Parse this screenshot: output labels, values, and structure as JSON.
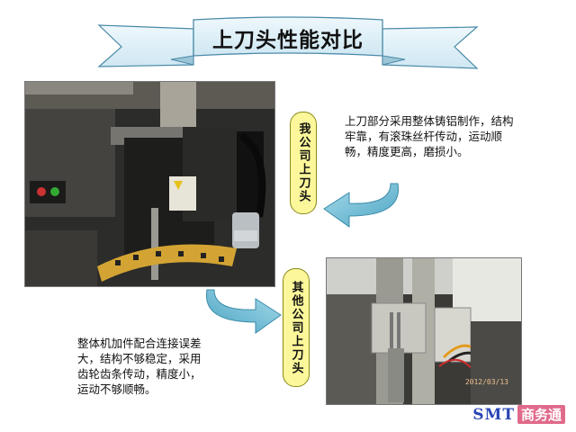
{
  "title": "上刀头性能对比",
  "our_head": {
    "label": "我公司上刀头",
    "description_lines": [
      "上刀部分采用整体铸铝制作，结构",
      "牢靠，有滚珠丝杆传动，运动顺",
      "畅，精度更高，磨损小。"
    ]
  },
  "other_head": {
    "label": "其他公司上刀头",
    "description_lines": [
      "整体机加件配合连接误差",
      "大，结构不够稳定，采用",
      "齿轮齿条传动，精度小，",
      "运动不够顺畅。"
    ]
  },
  "photo_date": "2012/03/13",
  "watermark": {
    "en": "SMT",
    "cn": "商务通"
  },
  "colors": {
    "pill_fill": "#fbf79a",
    "arrow": "#7fc4da",
    "banner": "#d8ecf4"
  }
}
